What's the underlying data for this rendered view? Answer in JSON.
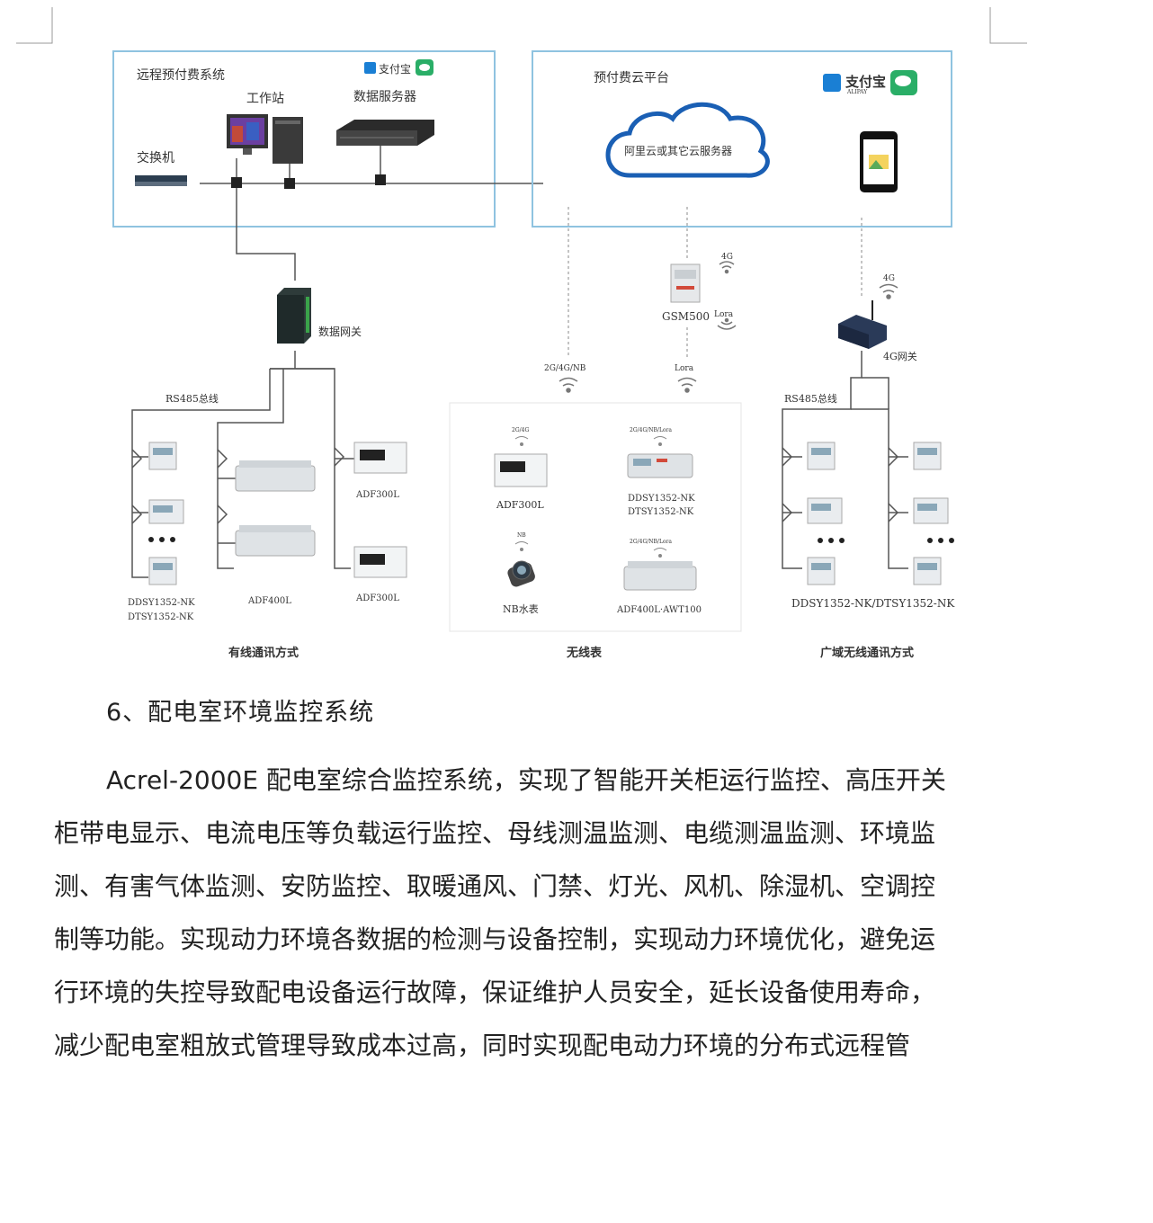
{
  "diagram": {
    "left_box": {
      "title": "远程预付费系统",
      "workstation": "工作站",
      "data_server": "数据服务器",
      "switch": "交换机",
      "alipay_badge": "支付宝"
    },
    "right_box": {
      "title": "预付费云平台",
      "cloud_label": "阿里云或其它云服务器",
      "alipay_name": "支付宝",
      "alipay_sub": "ALIPAY"
    },
    "wired": {
      "gateway": "数据网关",
      "bus": "RS485总线",
      "meter1_a": "DDSY1352-NK",
      "meter1_b": "DTSY1352-NK",
      "meter2": "ADF400L",
      "meter3": "ADF300L",
      "meter3b": "ADF300L",
      "caption": "有线通讯方式"
    },
    "wireless": {
      "sig_left": "2G/4G/NB",
      "sig_right": "Lora",
      "gsm": "GSM500",
      "gsm_4g": "4G",
      "gsm_lora": "Lora",
      "adf300_sig": "2G/4G",
      "adf300": "ADF300L",
      "ddsy_sig": "2G/4G/NB/Lora",
      "ddsy_a": "DDSY1352-NK",
      "ddsy_b": "DTSY1352-NK",
      "nb_sig": "NB",
      "nb_water": "NB水表",
      "adf400_sig": "2G/4G/NB/Lora",
      "adf400": "ADF400L·AWT100",
      "caption": "无线表"
    },
    "wan": {
      "sig": "4G",
      "gateway": "4G网关",
      "bus": "RS485总线",
      "meters": "DDSY1352-NK/DTSY1352-NK",
      "caption": "广域无线通讯方式"
    }
  },
  "heading": "6、配电室环境监控系统",
  "paragraph_lines": [
    "Acrel-2000E 配电室综合监控系统，实现了智能开关柜运行监控、高压开关",
    "柜带电显示、电流电压等负载运行监控、母线测温监测、电缆测温监测、环境监",
    "测、有害气体监测、安防监控、取暖通风、门禁、灯光、风机、除湿机、空调控",
    "制等功能。实现动力环境各数据的检测与设备控制，实现动力环境优化，避免运",
    "行环境的失控导致配电设备运行故障，保证维护人员安全，延长设备使用寿命，",
    "减少配电室粗放式管理导致成本过高，同时实现配电动力环境的分布式远程管"
  ]
}
